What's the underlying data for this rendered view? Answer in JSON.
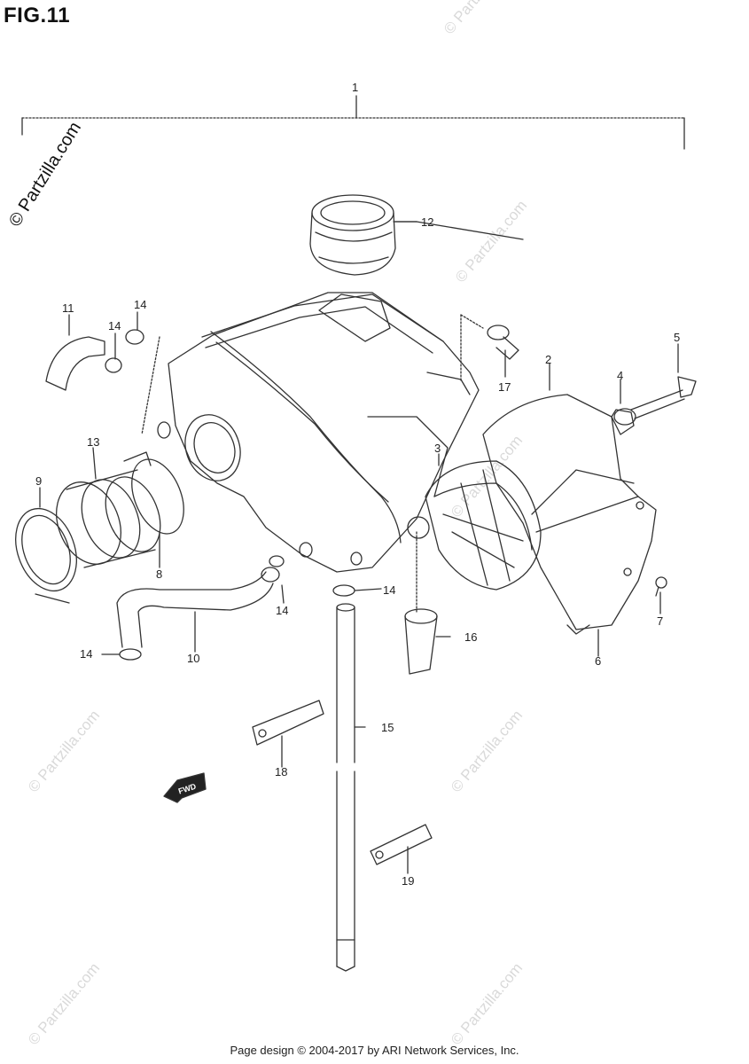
{
  "figure": {
    "title": "FIG.11"
  },
  "watermark": {
    "main_text": "© Partzilla.com",
    "faint_text": "© Partzilla.com"
  },
  "callouts": {
    "c1": "1",
    "c2": "2",
    "c3": "3",
    "c4": "4",
    "c5": "5",
    "c6": "6",
    "c7": "7",
    "c8": "8",
    "c9": "9",
    "c10": "10",
    "c11": "11",
    "c12": "12",
    "c13": "13",
    "c14a": "14",
    "c14b": "14",
    "c14c": "14",
    "c14d": "14",
    "c14e": "14",
    "c15": "15",
    "c16": "16",
    "c17": "17",
    "c18": "18",
    "c19": "19"
  },
  "fwd_label": "FWD",
  "footer": {
    "text": "Page design © 2004-2017 by ARI Network Services, Inc."
  }
}
